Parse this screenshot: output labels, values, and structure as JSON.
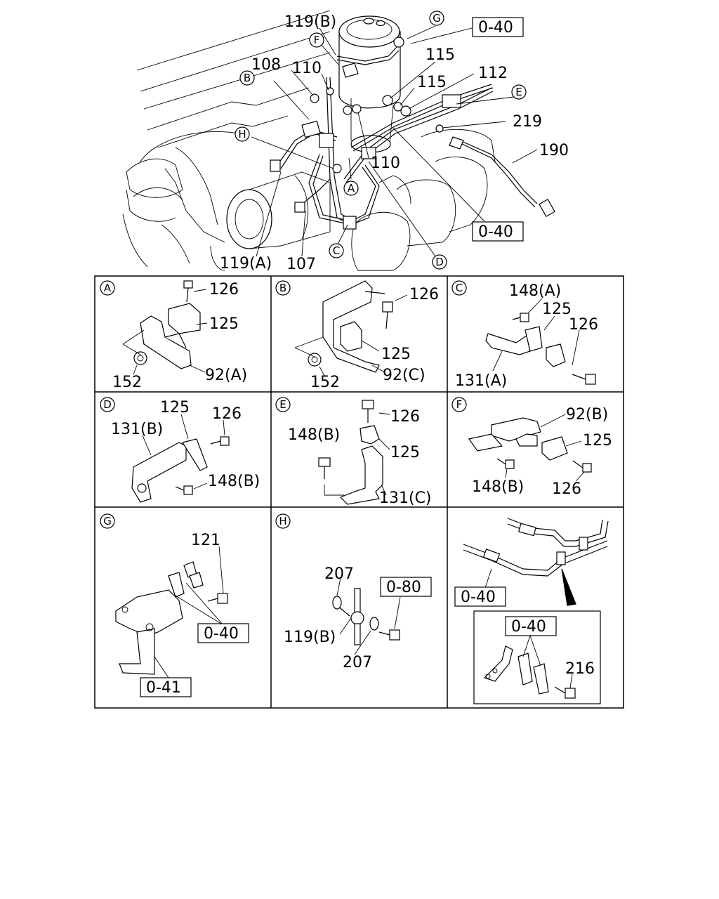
{
  "main_labels": {
    "l119b": "119(B)",
    "l108": "108",
    "l110a": "110",
    "l115a": "115",
    "l115b": "115",
    "l112": "112",
    "l219": "219",
    "l190": "190",
    "l110b": "110",
    "l119a": "119(A)",
    "l107": "107",
    "ref_top": "0-40",
    "ref_mid": "0-40"
  },
  "main_callouts": {
    "G": "G",
    "F": "F",
    "B": "B",
    "E": "E",
    "H": "H",
    "A": "A",
    "C": "C",
    "D": "D"
  },
  "panels": {
    "a": {
      "letter": "A",
      "l126": "126",
      "l125": "125",
      "l152": "152",
      "l92": "92(A)"
    },
    "b": {
      "letter": "B",
      "l126": "126",
      "l125": "125",
      "l152": "152",
      "l92": "92(C)"
    },
    "c": {
      "letter": "C",
      "l148": "148(A)",
      "l125": "125",
      "l126": "126",
      "l131": "131(A)"
    },
    "d": {
      "letter": "D",
      "l125": "125",
      "l126": "126",
      "l131": "131(B)",
      "l148": "148(B)"
    },
    "e": {
      "letter": "E",
      "l126": "126",
      "l148": "148(B)",
      "l125": "125",
      "l131": "131(C)"
    },
    "f": {
      "letter": "F",
      "l92": "92(B)",
      "l125": "125",
      "l148": "148(B)",
      "l126": "126"
    },
    "g": {
      "letter": "G",
      "l121": "121",
      "ref40": "0-40",
      "ref41": "0-41"
    },
    "h": {
      "letter": "H",
      "l207a": "207",
      "ref80": "0-80",
      "l119": "119(B)",
      "l207b": "207"
    },
    "i": {
      "ref40a": "0-40",
      "ref40b": "0-40",
      "l216": "216"
    }
  }
}
